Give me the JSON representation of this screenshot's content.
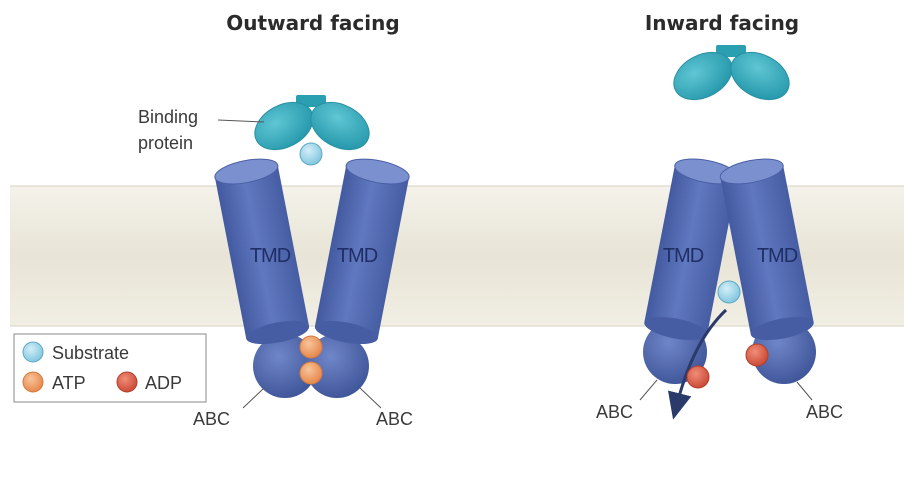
{
  "titles": {
    "outward": "Outward facing",
    "inward": "Inward facing"
  },
  "labels": {
    "binding_protein_line1": "Binding",
    "binding_protein_line2": "protein",
    "tmd": "TMD",
    "abc": "ABC"
  },
  "legend": {
    "substrate": "Substrate",
    "atp": "ATP",
    "adp": "ADP"
  },
  "colors": {
    "membrane": "#ece8dc",
    "tmd_fill": "#5b73b8",
    "tmd_dark": "#3f559a",
    "binding_protein": "#36aebf",
    "substrate": "#9fd6ea",
    "atp": "#ee9a63",
    "adp": "#d65a45"
  }
}
